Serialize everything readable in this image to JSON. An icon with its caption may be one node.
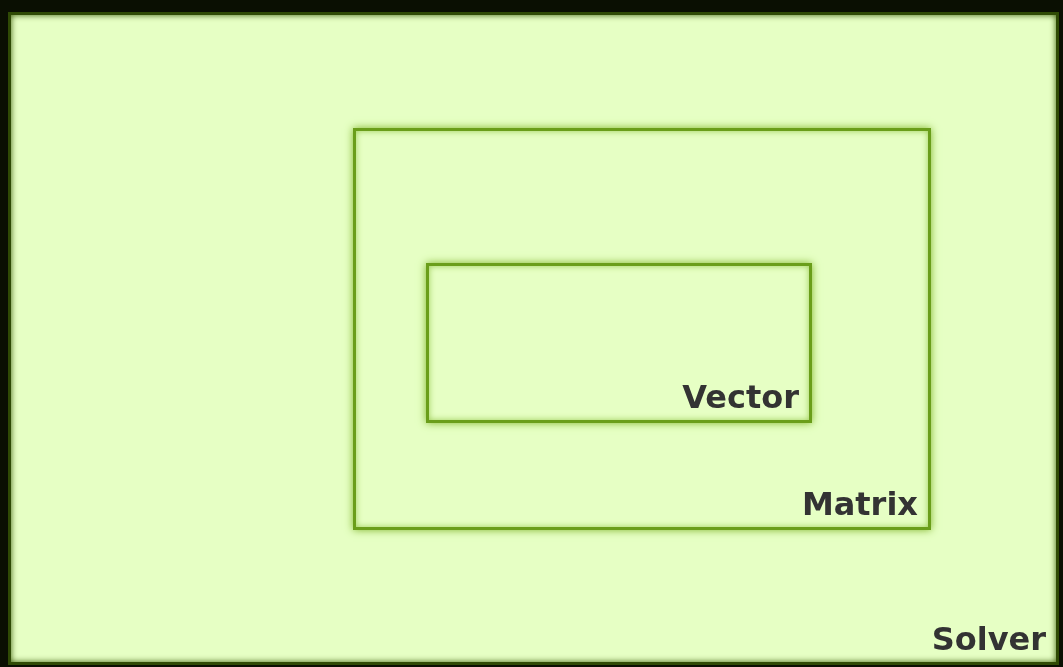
{
  "diagram": {
    "nodes": [
      {
        "text": [
          "Solver"
        ]
      },
      {
        "text": [
          "Matrix"
        ],
        "in": 0
      },
      {
        "text": [
          "Vector"
        ],
        "in": 1
      }
    ]
  }
}
